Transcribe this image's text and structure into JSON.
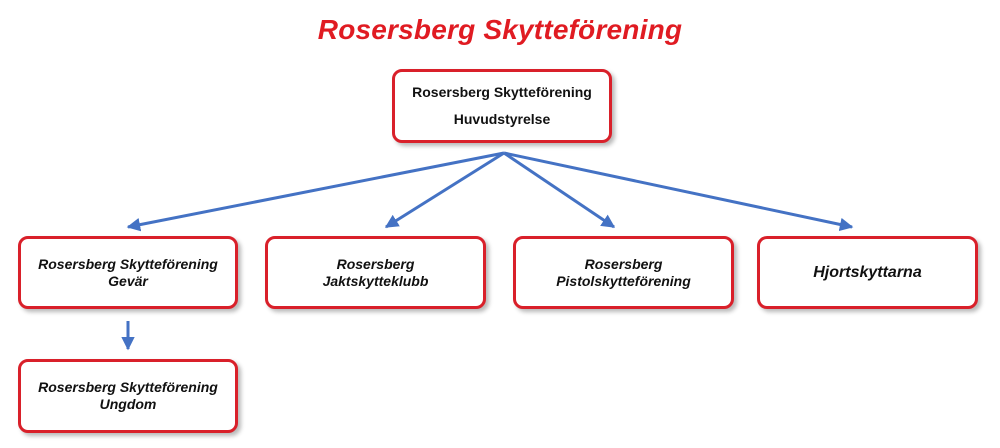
{
  "title": "Rosersberg Skytteförening",
  "root": {
    "line1": "Rosersberg Skytteförening",
    "line2": "Huvudstyrelse"
  },
  "children": [
    {
      "line1": "Rosersberg Skytteförening",
      "line2": "Gevär"
    },
    {
      "line1": "Rosersberg",
      "line2": "Jaktskytteklubb"
    },
    {
      "line1": "Rosersberg",
      "line2": "Pistolskytteförening"
    },
    {
      "line1": "Hjortskyttarna"
    }
  ],
  "grandchild": {
    "line1": "Rosersberg Skytteförening",
    "line2": "Ungdom"
  },
  "colors": {
    "title": "#e01b22",
    "box_border": "#d9202a",
    "arrow": "#4472c4"
  }
}
